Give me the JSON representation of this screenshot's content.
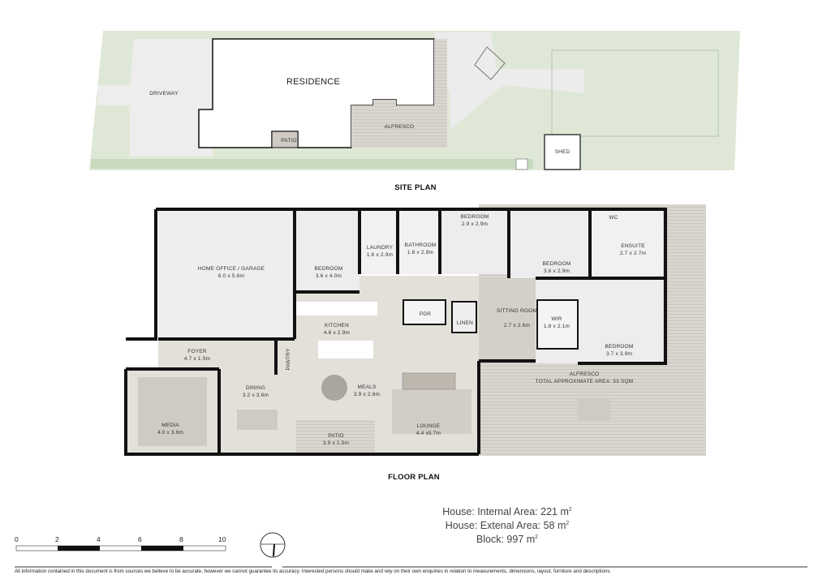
{
  "site_plan": {
    "title": "SITE PLAN",
    "labels": {
      "residence": "RESIDENCE",
      "driveway": "DRIVEWAY",
      "patio": "PATIO",
      "alfresco": "ALFRESCO",
      "shed": "SHED"
    }
  },
  "floor_plan": {
    "title": "FLOOR PLAN",
    "rooms": [
      {
        "name": "HOME OFFICE / GARAGE",
        "size": "6.0 x 5.6m"
      },
      {
        "name": "BEDROOM",
        "size": "3.6 x 4.0m"
      },
      {
        "name": "LAUNDRY",
        "size": "1.6 x 2.9m"
      },
      {
        "name": "BATHROOM",
        "size": "1.8 x 2.9m"
      },
      {
        "name": "BEDROOM",
        "size": "2.9 x 2.9m"
      },
      {
        "name": "BEDROOM",
        "size": "3.6 x 2.9m"
      },
      {
        "name": "WC",
        "size": ""
      },
      {
        "name": "ENSUITE",
        "size": "2.7 x 2.7m"
      },
      {
        "name": "KITCHEN",
        "size": "4.6 x 2.9m"
      },
      {
        "name": "PDR",
        "size": ""
      },
      {
        "name": "LINEN",
        "size": ""
      },
      {
        "name": "SITTING ROOM",
        "size": "2.7 x 2.6m"
      },
      {
        "name": "WIR",
        "size": "1.8 x 2.1m"
      },
      {
        "name": "BEDROOM",
        "size": "3.7 x 3.9m"
      },
      {
        "name": "FOYER",
        "size": "4.7 x 1.5m"
      },
      {
        "name": "PANTRY",
        "size": ""
      },
      {
        "name": "DINING",
        "size": "3.2 x 3.6m"
      },
      {
        "name": "MEALS",
        "size": "3.9 x 2.6m"
      },
      {
        "name": "LOUNGE",
        "size": "4.4 x5.7m"
      },
      {
        "name": "MEDIA",
        "size": "4.0 x 3.6m"
      },
      {
        "name": "PATIO",
        "size": "3.9 x 1.5m"
      }
    ],
    "alfresco": {
      "name": "ALFRESCO",
      "note": "TOTAL APPROXIMATE AREA: 53 SQM"
    }
  },
  "areas": {
    "internal": "House: Internal Area: 221 m",
    "external": "House: Extenal Area: 58 m",
    "block": "Block: 997 m",
    "unit_sup": "2"
  },
  "scale_bar": {
    "ticks": [
      "0",
      "2",
      "4",
      "6",
      "8",
      "10"
    ]
  },
  "disclaimer": "All information contained in this document is from sources we believe to be accurate, however we cannot guarantee its accuracy. Interested persons should make and rely on their own enquiries in relation to measurements, dimensions, layout, furniture and descriptions.",
  "colors": {
    "lawn": "#dfe8d6",
    "paving": "#eeeeee",
    "deck": "#d6d2cc",
    "living": "#e3e0da",
    "wall": "#111111"
  }
}
